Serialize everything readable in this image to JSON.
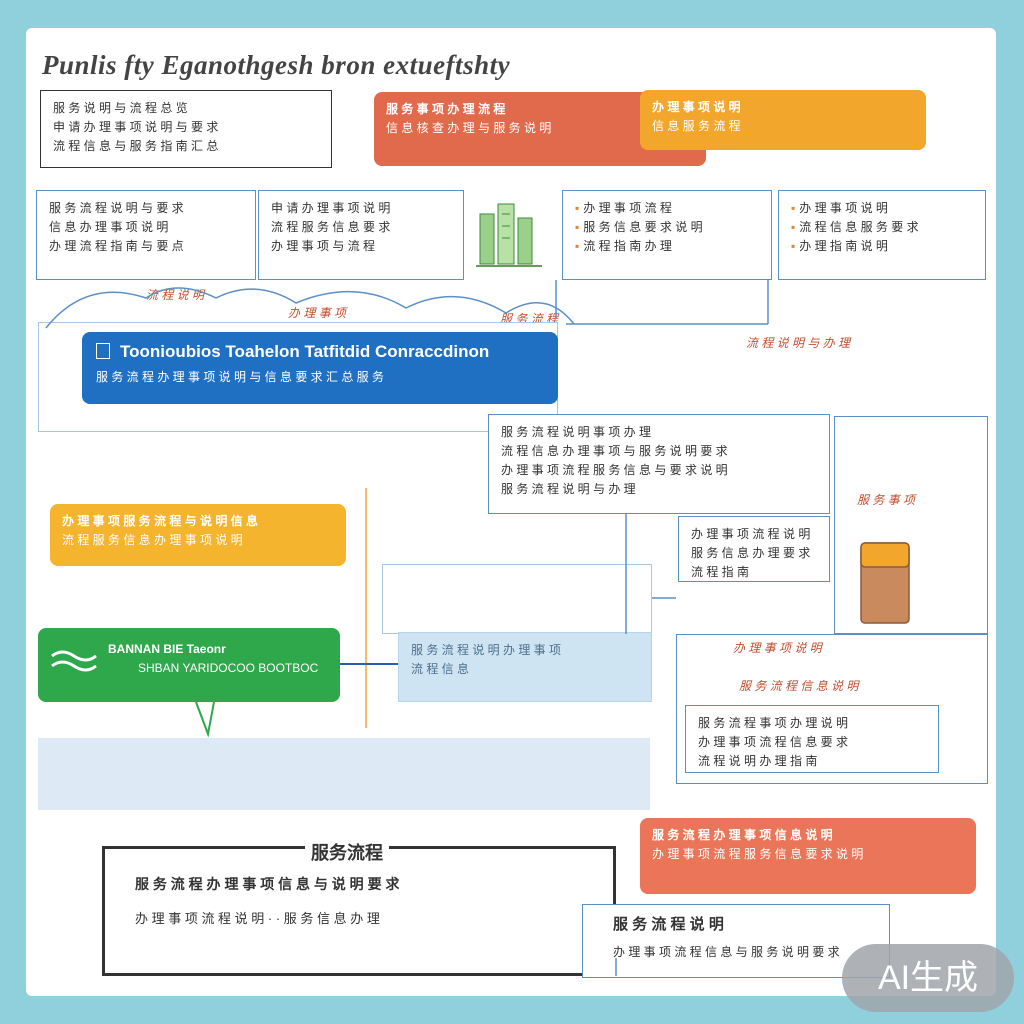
{
  "title": "Punlis fty Eganothgesh bron extueftshty",
  "top_note": {
    "lines": [
      "服 务 说 明 与 流 程 总 览",
      "申 请 办 理 事 项 说 明 与 要 求",
      "流 程 信 息 与 服 务 指 南 汇 总"
    ]
  },
  "banner_red": {
    "lines": [
      "服 务 事 项 办 理 流 程",
      "信 息 核 查 办 理 与 服 务 说 明"
    ]
  },
  "banner_orange": {
    "lines": [
      "办 理 事 项 说 明",
      "信 息 服 务 流 程"
    ]
  },
  "row2": [
    {
      "lines": [
        "服 务 流 程 说 明 与 要 求",
        "信 息 办 理 事 项 说 明",
        "办 理 流 程 指 南 与 要 点"
      ]
    },
    {
      "lines": [
        "申 请 办 理 事 项 说 明",
        "流 程 服 务 信 息 要 求",
        "办 理 事 项 与 流 程"
      ]
    },
    {
      "lines": [
        "办 理 事 项 流 程",
        "服 务 信 息 要 求 说 明",
        "流 程 指 南 办 理"
      ]
    },
    {
      "lines": [
        "办 理 事 项 说 明",
        "流 程 信 息 服 务 要 求",
        "办 理 指 南 说 明"
      ]
    }
  ],
  "sketch_labels": [
    "流 程 说 明",
    "办 理 事 项",
    "服 务 流 程",
    "流 程 说 明 与 办 理"
  ],
  "blue_banner": {
    "heading": "Toonioubios Toahelon Tatfitdid Conraccdinon",
    "subline": "服 务 流 程 办 理 事 项 说 明 与 信 息 要 求 汇 总 服 务"
  },
  "middle_box": {
    "lines": [
      "服 务 流 程 说 明 事 项 办 理",
      "流 程 信 息 办 理 事 项 与 服 务 说 明 要 求",
      "办 理 事 项 流 程 服 务 信 息 与 要 求 说 明",
      "服 务 流 程 说 明 与 办 理"
    ]
  },
  "right_tall": {
    "label": "服 务 事 项"
  },
  "mid_small": {
    "lines": [
      "办 理 事 项 流 程 说 明",
      "服 务 信 息 办 理 要 求",
      "流 程 指 南"
    ]
  },
  "yellow_banner": {
    "lines": [
      "办 理 事 项 服 务 流 程 与 说 明 信 息",
      "流 程 服 务 信 息 办 理 事 项 说 明"
    ]
  },
  "green_banner": {
    "heading": "BANNAN BIE Taeonr",
    "subline": "SHBAN YARIDOCOO BOOTBOC"
  },
  "pale_box": {
    "lines": [
      "服 务 流 程 说 明 办 理 事 项",
      "流 程 信 息"
    ]
  },
  "right_mid": {
    "title": "办 理 事 项 说 明",
    "subtitle": "服 务 流 程 信 息 说 明",
    "inner_lines": [
      "服 务 流 程 事 项 办 理 说 明",
      "办 理 事 项 流 程 信 息 要 求",
      "流 程 说 明 办 理 指 南"
    ]
  },
  "coral_banner": {
    "lines": [
      "服 务 流 程 办 理 事 项 信 息 说 明",
      "办 理 事 项 流 程 服 务 信 息 要 求 说 明"
    ]
  },
  "bottom_left": {
    "heading": "服务流程",
    "line1": "服 务 流 程 办 理 事 项 信 息 与 说 明 要 求",
    "line2": "办 理 事 项   流 程 说 明 · · 服 务 信 息 办 理"
  },
  "bottom_right": {
    "heading": "服 务 流 程 说 明",
    "line": "办 理 事 项 流 程 信 息 与 服 务 说 明 要 求"
  },
  "watermark": "AI生成",
  "colors": {
    "page_bg": "#8fd0dc",
    "red": "#e16a4d",
    "orange": "#f2a62b",
    "blue": "#1f6fc2",
    "green": "#2fa74b",
    "yellow": "#f4b42e",
    "coral": "#ea7558",
    "stroke_blue": "#5a8fc8"
  }
}
